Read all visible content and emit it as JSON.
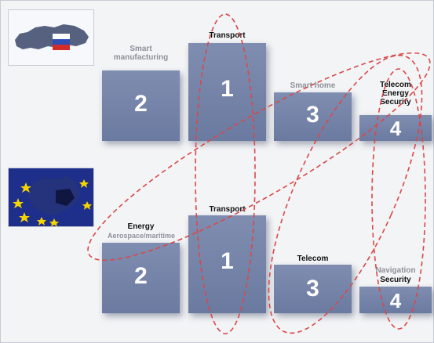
{
  "russia_row": {
    "blocks": [
      {
        "number": "2",
        "label": "Smart\nmanufacturing"
      },
      {
        "number": "1",
        "label": "Transport"
      },
      {
        "number": "3",
        "label": "Smart home"
      },
      {
        "number": "4",
        "label": "Telecom\nEnergy\nSecurity"
      }
    ]
  },
  "eu_row": {
    "blocks": [
      {
        "number": "2",
        "label_main": "Energy",
        "label_sub": "Aerospace/maritime"
      },
      {
        "number": "1",
        "label": "Transport"
      },
      {
        "number": "3",
        "label": "Telecom"
      },
      {
        "number": "4",
        "label_main": "Navigation",
        "label_sub": "Security"
      }
    ]
  },
  "colors": {
    "block": "#7584a8",
    "ellipse": "#d94848",
    "russia_white": "#ffffff",
    "russia_blue": "#2f4fb5",
    "russia_red": "#d42b2b",
    "eu_blue": "#1d2f8a",
    "eu_star": "#f5d400"
  }
}
